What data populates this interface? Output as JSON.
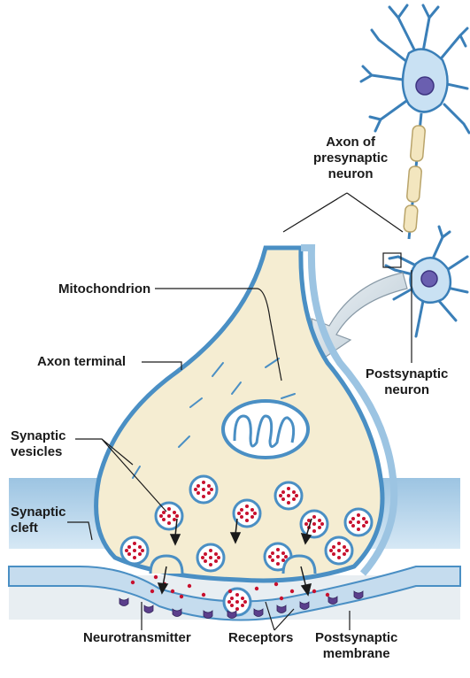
{
  "labels": {
    "axon_of_presynaptic": [
      "Axon of",
      "presynaptic",
      "neuron"
    ],
    "mitochondrion": "Mitochondrion",
    "axon_terminal": "Axon terminal",
    "synaptic_vesicles": [
      "Synaptic",
      "vesicles"
    ],
    "synaptic_cleft": [
      "Synaptic",
      "cleft"
    ],
    "postsynaptic_neuron": [
      "Postsynaptic",
      "neuron"
    ],
    "neurotransmitter": "Neurotransmitter",
    "receptors": "Receptors",
    "postsynaptic_membrane": [
      "Postsynaptic",
      "membrane"
    ]
  },
  "colors": {
    "neuron_fill": "#c9e1f3",
    "neuron_stroke": "#3a7fb8",
    "nucleus": "#6a5fb0",
    "myelin": "#f3e6bf",
    "cytoplasm": "#f5edd2",
    "membrane": "#4a8fc4",
    "cleft_fill": "#b9d7ec",
    "neurotransmitter": "#c8102e",
    "receptor": "#5b3f8c",
    "arrow_fill": "#d7e3ea"
  }
}
